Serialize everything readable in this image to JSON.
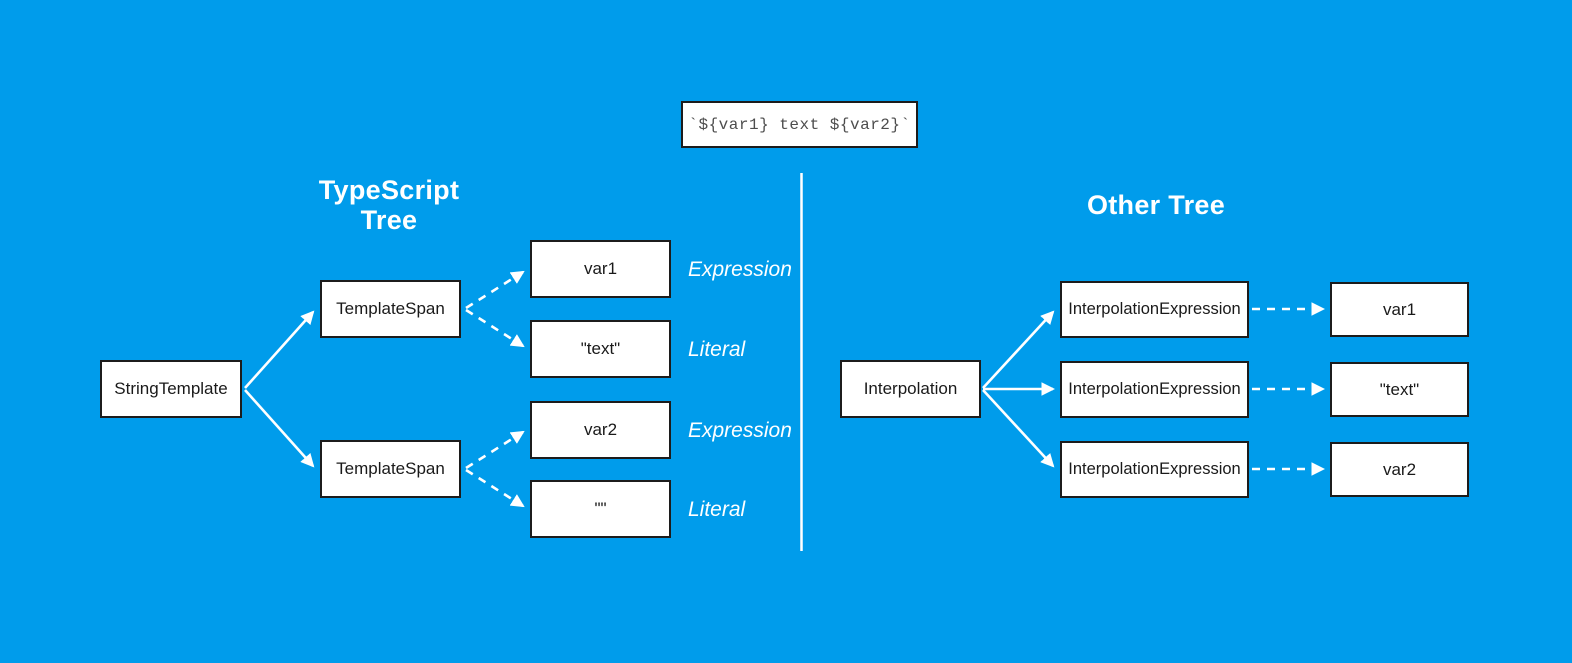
{
  "colors": {
    "background": "#009ceb",
    "box_fill": "#ffffff",
    "box_border": "#1c1c1c",
    "box_text": "#1a1a1a",
    "accent_text": "#ffffff",
    "code_text": "#4d4d4d"
  },
  "code_snippet": {
    "text": "`${var1} text ${var2}`"
  },
  "typescript_tree": {
    "title": "TypeScript\nTree",
    "root": "StringTemplate",
    "spans": [
      "TemplateSpan",
      "TemplateSpan"
    ],
    "leaves": [
      {
        "value": "var1",
        "kind": "Expression"
      },
      {
        "value": "\"text\"",
        "kind": "Literal"
      },
      {
        "value": "var2",
        "kind": "Expression"
      },
      {
        "value": "\"\"",
        "kind": "Literal"
      }
    ]
  },
  "other_tree": {
    "title": "Other Tree",
    "root": "Interpolation",
    "nodes": [
      "InterpolationExpression",
      "InterpolationExpression",
      "InterpolationExpression"
    ],
    "leaves": [
      {
        "value": "var1"
      },
      {
        "value": "\"text\""
      },
      {
        "value": "var2"
      }
    ]
  }
}
